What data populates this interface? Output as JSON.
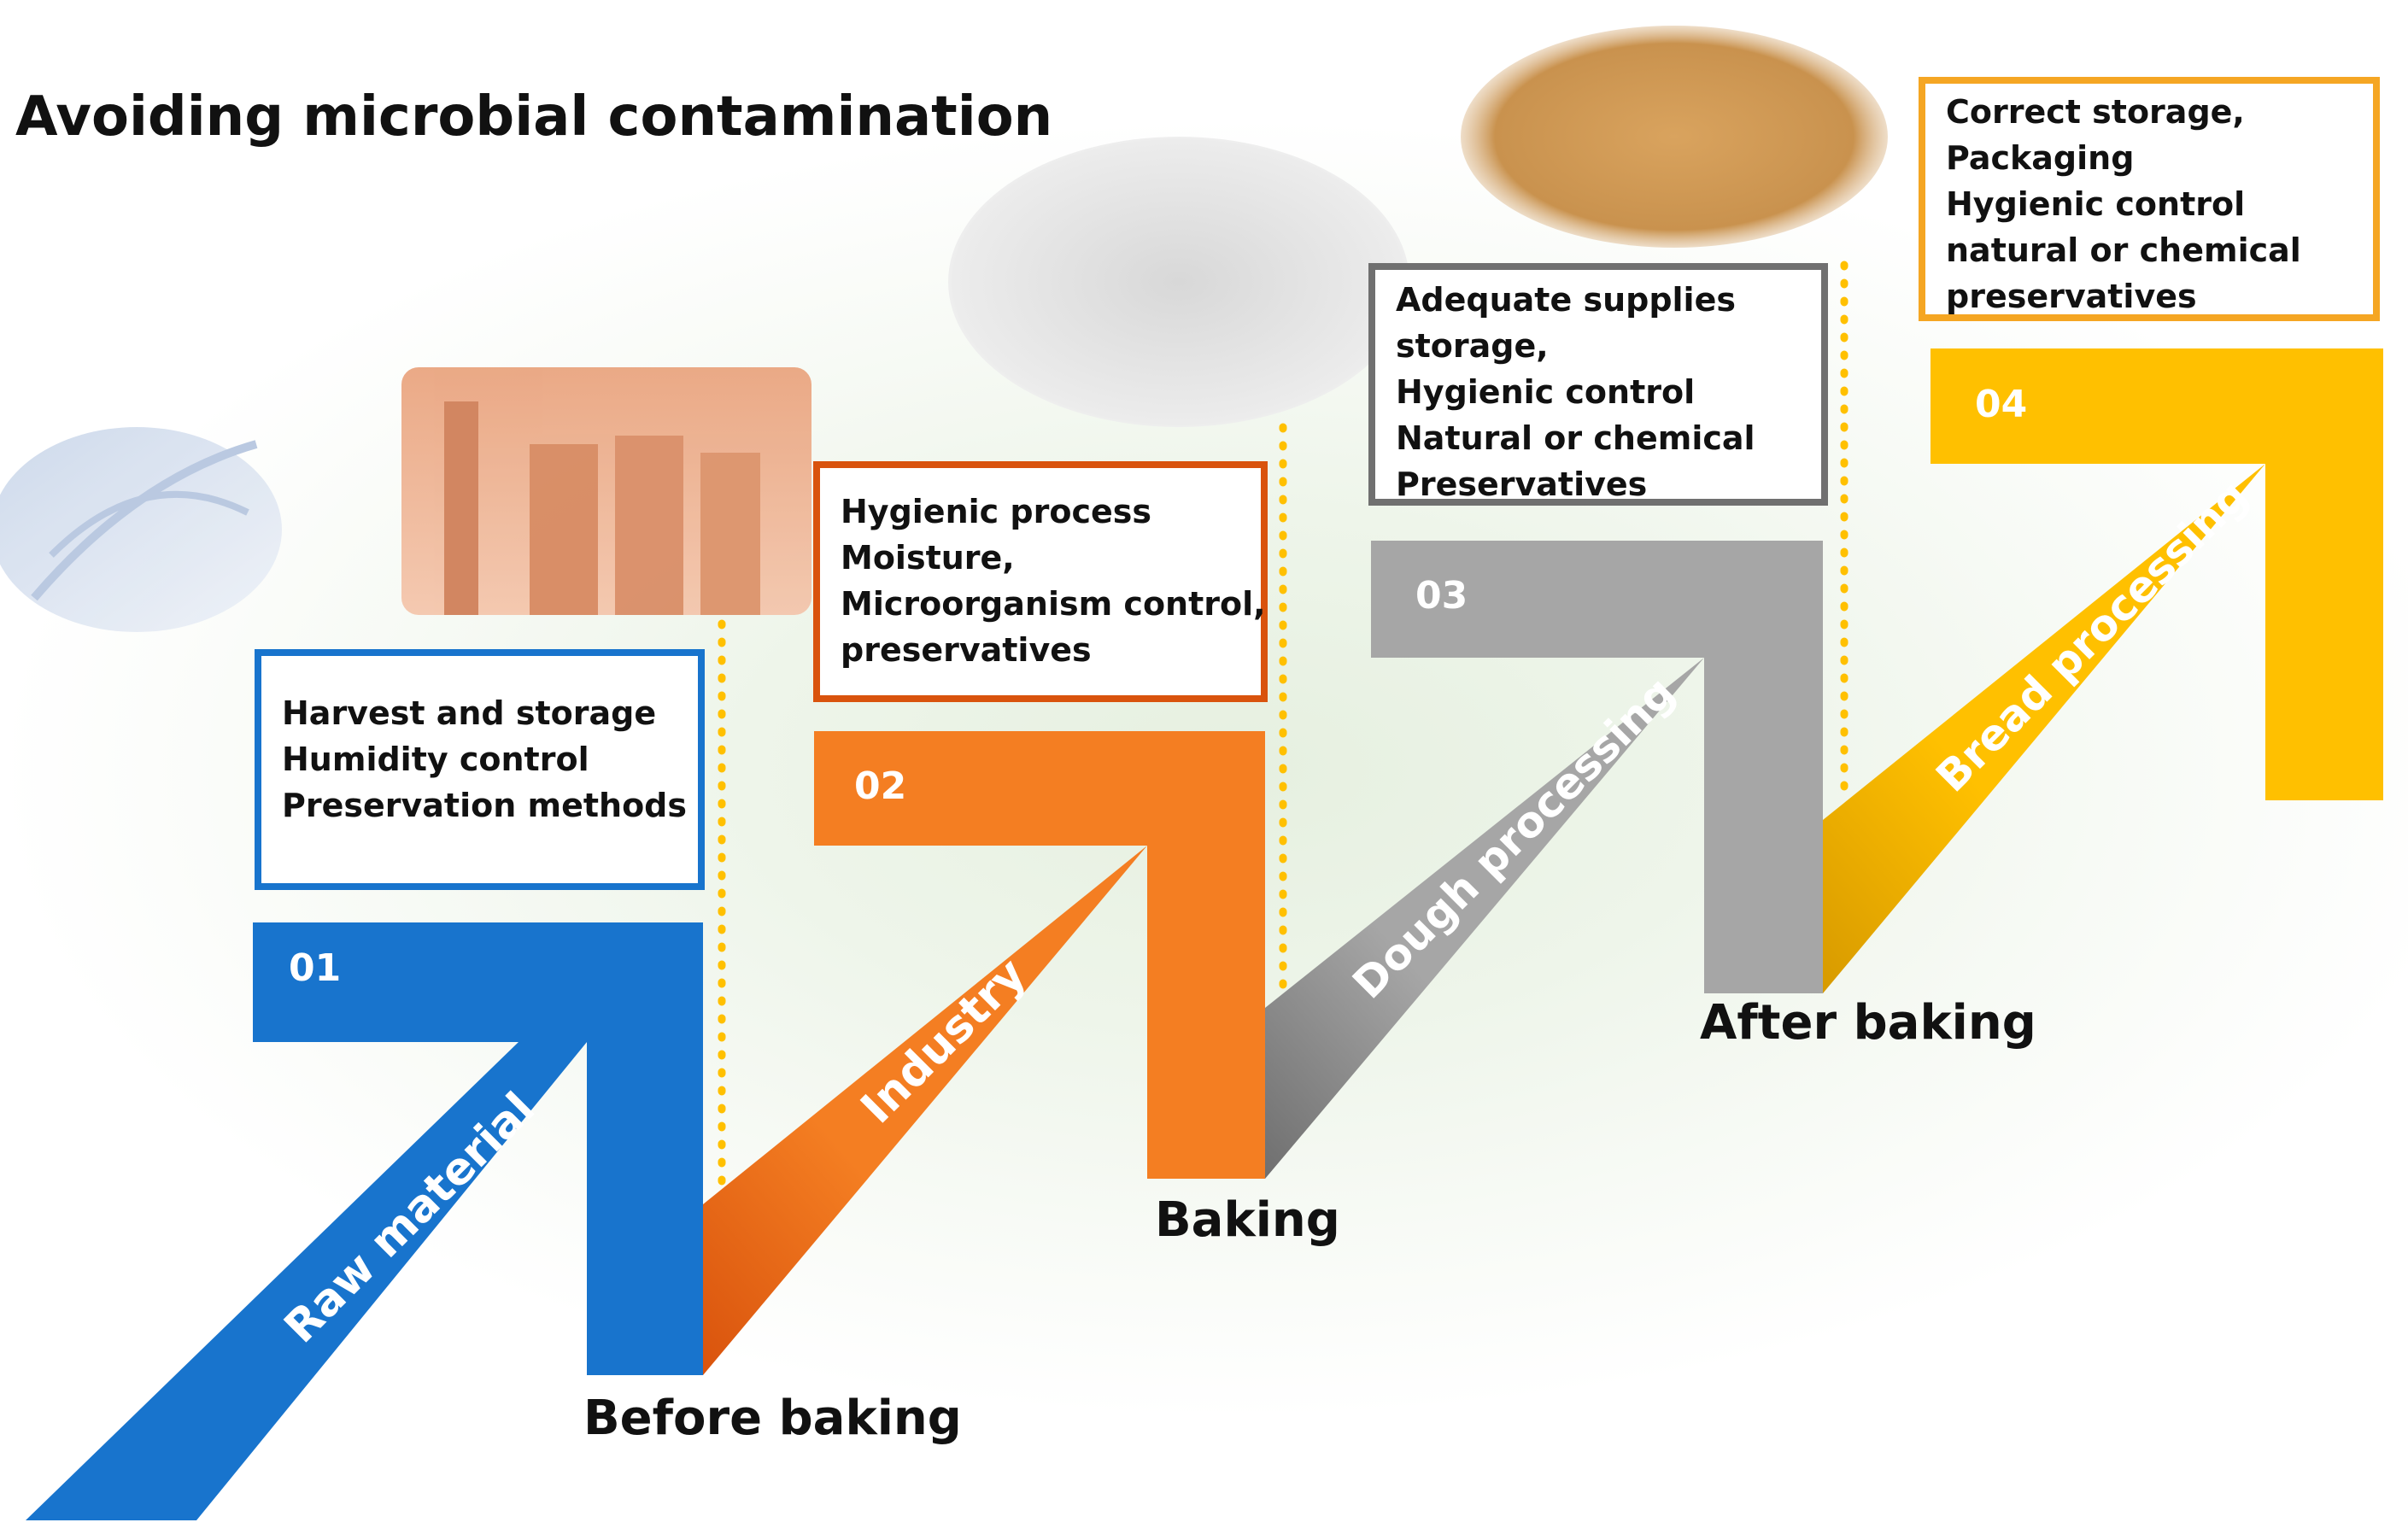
{
  "title": "Avoiding microbial contamination",
  "colors": {
    "blue": "#1874CD",
    "orange": "#F47E22",
    "orange_dark": "#D9530D",
    "gray": "#A6A6A6",
    "gray_dark": "#707070",
    "yellow": "#FFC000",
    "yellow_border": "#F5A623",
    "dot": "#FFC000"
  },
  "steps": [
    {
      "number": "01",
      "arrow_label": "Raw material",
      "stage": "Before baking",
      "notes": [
        "Harvest and storage",
        "Humidity control",
        "Preservation methods"
      ]
    },
    {
      "number": "02",
      "arrow_label": "Industry",
      "stage": "Baking",
      "notes": [
        "Hygienic process",
        "Moisture,",
        "Microorganism control,",
        "preservatives"
      ]
    },
    {
      "number": "03",
      "arrow_label": "Dough processing",
      "stage": "After baking",
      "notes": [
        "Adequate supplies",
        "storage,",
        "Hygienic  control",
        "Natural or chemical",
        "Preservatives"
      ]
    },
    {
      "number": "04",
      "arrow_label": "Bread processing",
      "stage": "",
      "notes": [
        "Correct storage,",
        "Packaging",
        "Hygienic  control",
        "natural or chemical",
        "preservatives"
      ]
    }
  ]
}
